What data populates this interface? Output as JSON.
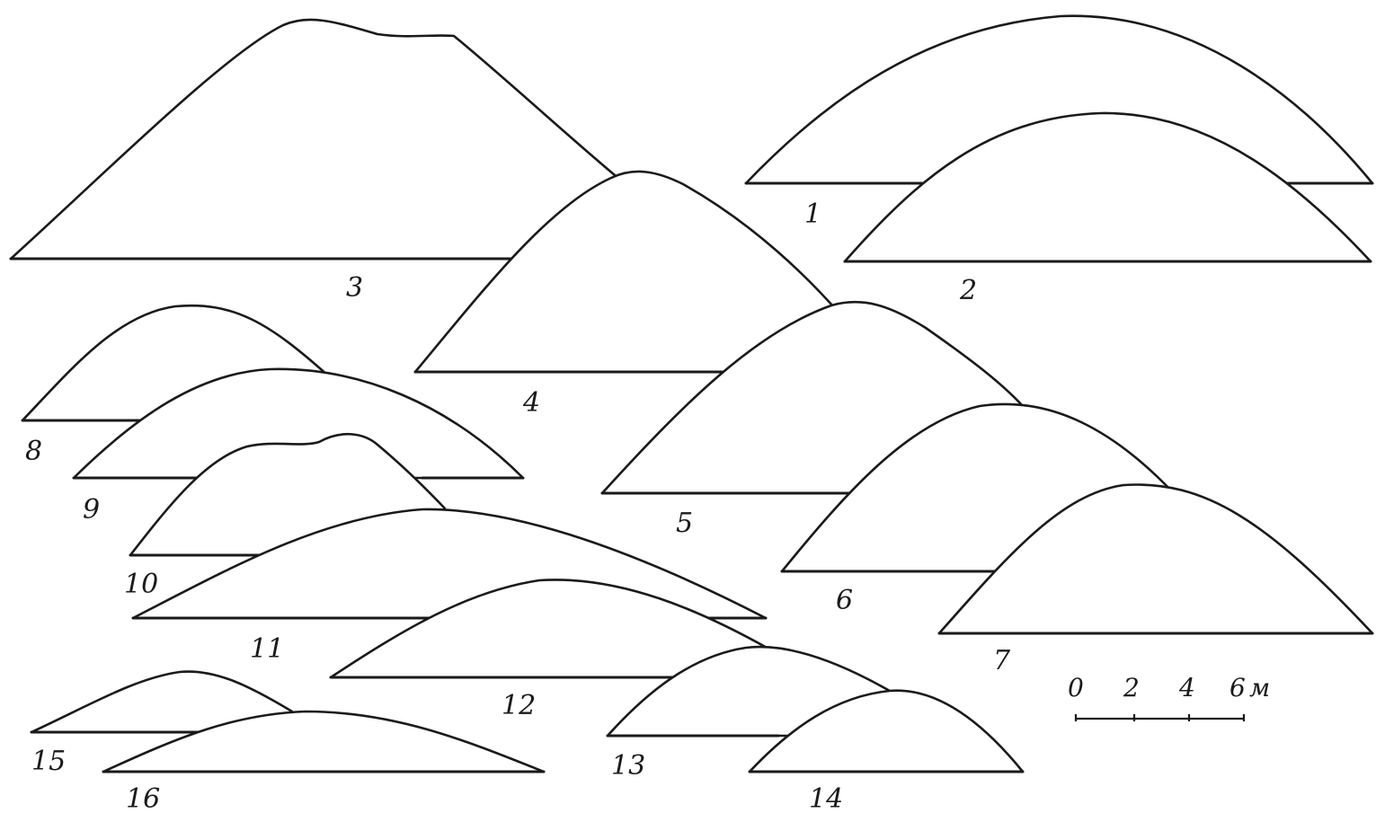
{
  "profiles": [
    {
      "id": "profile-1",
      "label": "1"
    },
    {
      "id": "profile-2",
      "label": "2"
    },
    {
      "id": "profile-3",
      "label": "3"
    },
    {
      "id": "profile-4",
      "label": "4"
    },
    {
      "id": "profile-5",
      "label": "5"
    },
    {
      "id": "profile-6",
      "label": "6"
    },
    {
      "id": "profile-7",
      "label": "7"
    },
    {
      "id": "profile-8",
      "label": "8"
    },
    {
      "id": "profile-9",
      "label": "9"
    },
    {
      "id": "profile-10",
      "label": "10"
    },
    {
      "id": "profile-11",
      "label": "11"
    },
    {
      "id": "profile-12",
      "label": "12"
    },
    {
      "id": "profile-13",
      "label": "13"
    },
    {
      "id": "profile-14",
      "label": "14"
    },
    {
      "id": "profile-15",
      "label": "15"
    },
    {
      "id": "profile-16",
      "label": "16"
    }
  ],
  "scale_bar": {
    "ticks": [
      "0",
      "2",
      "4",
      "6"
    ],
    "unit": "м"
  }
}
